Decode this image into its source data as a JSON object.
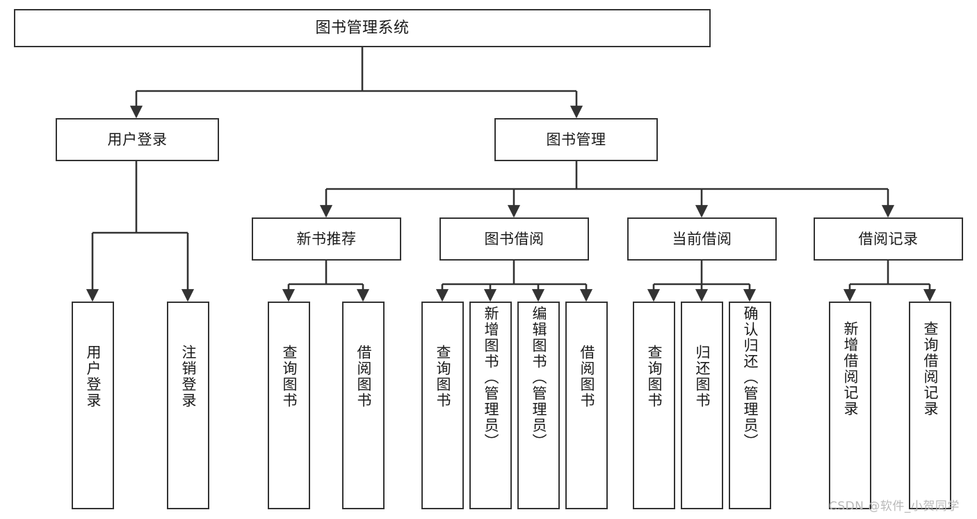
{
  "diagram": {
    "title": "图书管理系统",
    "type": "tree",
    "colors": {
      "node_border": "#333333",
      "node_fill": "#ffffff",
      "edge": "#333333",
      "text": "#1a1a1a",
      "watermark": "#b9b9b9",
      "background": "#ffffff"
    },
    "watermark": "CSDN @软件_小贺同学"
  },
  "chart_data": {
    "type": "tree",
    "title": "图书管理系统",
    "root": {
      "label": "图书管理系统",
      "children": [
        {
          "label": "用户登录",
          "children": [
            {
              "label": "用户登录"
            },
            {
              "label": "注销登录"
            }
          ]
        },
        {
          "label": "图书管理",
          "children": [
            {
              "label": "新书推荐",
              "children": [
                {
                  "label": "查询图书"
                },
                {
                  "label": "借阅图书"
                }
              ]
            },
            {
              "label": "图书借阅",
              "children": [
                {
                  "label": "查询图书"
                },
                {
                  "label": "新增图书（管理员）"
                },
                {
                  "label": "编辑图书（管理员）"
                },
                {
                  "label": "借阅图书"
                }
              ]
            },
            {
              "label": "当前借阅",
              "children": [
                {
                  "label": "查询图书"
                },
                {
                  "label": "归还图书"
                },
                {
                  "label": "确认归还（管理员）"
                }
              ]
            },
            {
              "label": "借阅记录",
              "children": [
                {
                  "label": "新增借阅记录"
                },
                {
                  "label": "查询借阅记录"
                }
              ]
            }
          ]
        }
      ]
    }
  },
  "nodes": {
    "root": {
      "label": "图书管理系统"
    },
    "user_login": {
      "label": "用户登录"
    },
    "book_manage": {
      "label": "图书管理"
    },
    "new_book_rec": {
      "label": "新书推荐"
    },
    "book_borrow": {
      "label": "图书借阅"
    },
    "current_borrow": {
      "label": "当前借阅"
    },
    "borrow_record": {
      "label": "借阅记录"
    },
    "leaf_user_login": {
      "label": "用户登录"
    },
    "leaf_logout": {
      "label": "注销登录"
    },
    "leaf_query_book_1": {
      "label": "查询图书"
    },
    "leaf_borrow_book_1": {
      "label": "借阅图书"
    },
    "leaf_query_book_2": {
      "label": "查询图书"
    },
    "leaf_add_book": {
      "label": "新增图书（管理员）"
    },
    "leaf_edit_book": {
      "label": "编辑图书（管理员）"
    },
    "leaf_borrow_book_2": {
      "label": "借阅图书"
    },
    "leaf_query_book_3": {
      "label": "查询图书"
    },
    "leaf_return_book": {
      "label": "归还图书"
    },
    "leaf_confirm_return": {
      "label": "确认归还（管理员）"
    },
    "leaf_add_record": {
      "label": "新增借阅记录"
    },
    "leaf_query_record": {
      "label": "查询借阅记录"
    }
  }
}
